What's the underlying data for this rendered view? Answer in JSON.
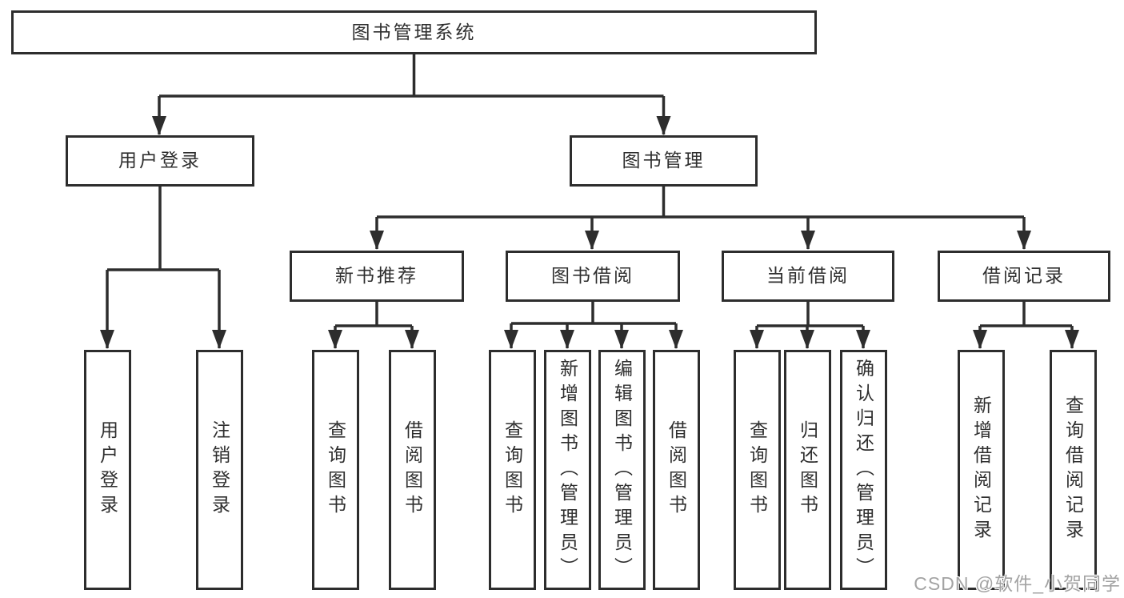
{
  "diagram": {
    "root": {
      "label": "图书管理系统"
    },
    "level2": [
      {
        "label": "用户登录"
      },
      {
        "label": "图书管理"
      }
    ],
    "level3": [
      {
        "label": "新书推荐"
      },
      {
        "label": "图书借阅"
      },
      {
        "label": "当前借阅"
      },
      {
        "label": "借阅记录"
      }
    ],
    "leaves": {
      "user_login": [
        {
          "label": "用户登录"
        },
        {
          "label": "注销登录"
        }
      ],
      "new_book": [
        {
          "label": "查询图书"
        },
        {
          "label": "借阅图书"
        }
      ],
      "book_borrow": [
        {
          "label": "查询图书"
        },
        {
          "label": "新增图书（管理员）"
        },
        {
          "label": "编辑图书（管理员）"
        },
        {
          "label": "借阅图书"
        }
      ],
      "current_borrow": [
        {
          "label": "查询图书"
        },
        {
          "label": "归还图书"
        },
        {
          "label": "确认归还（管理员）"
        }
      ],
      "borrow_record": [
        {
          "label": "新增借阅记录"
        },
        {
          "label": "查询借阅记录"
        }
      ]
    }
  },
  "watermark": {
    "text": "CSDN @软件_小贺同学"
  },
  "colors": {
    "line": "#2d2d2d",
    "box_border": "#2d2d2d",
    "text": "#2f2f2f",
    "background": "#ffffff",
    "watermark": "#a3a3a3"
  }
}
